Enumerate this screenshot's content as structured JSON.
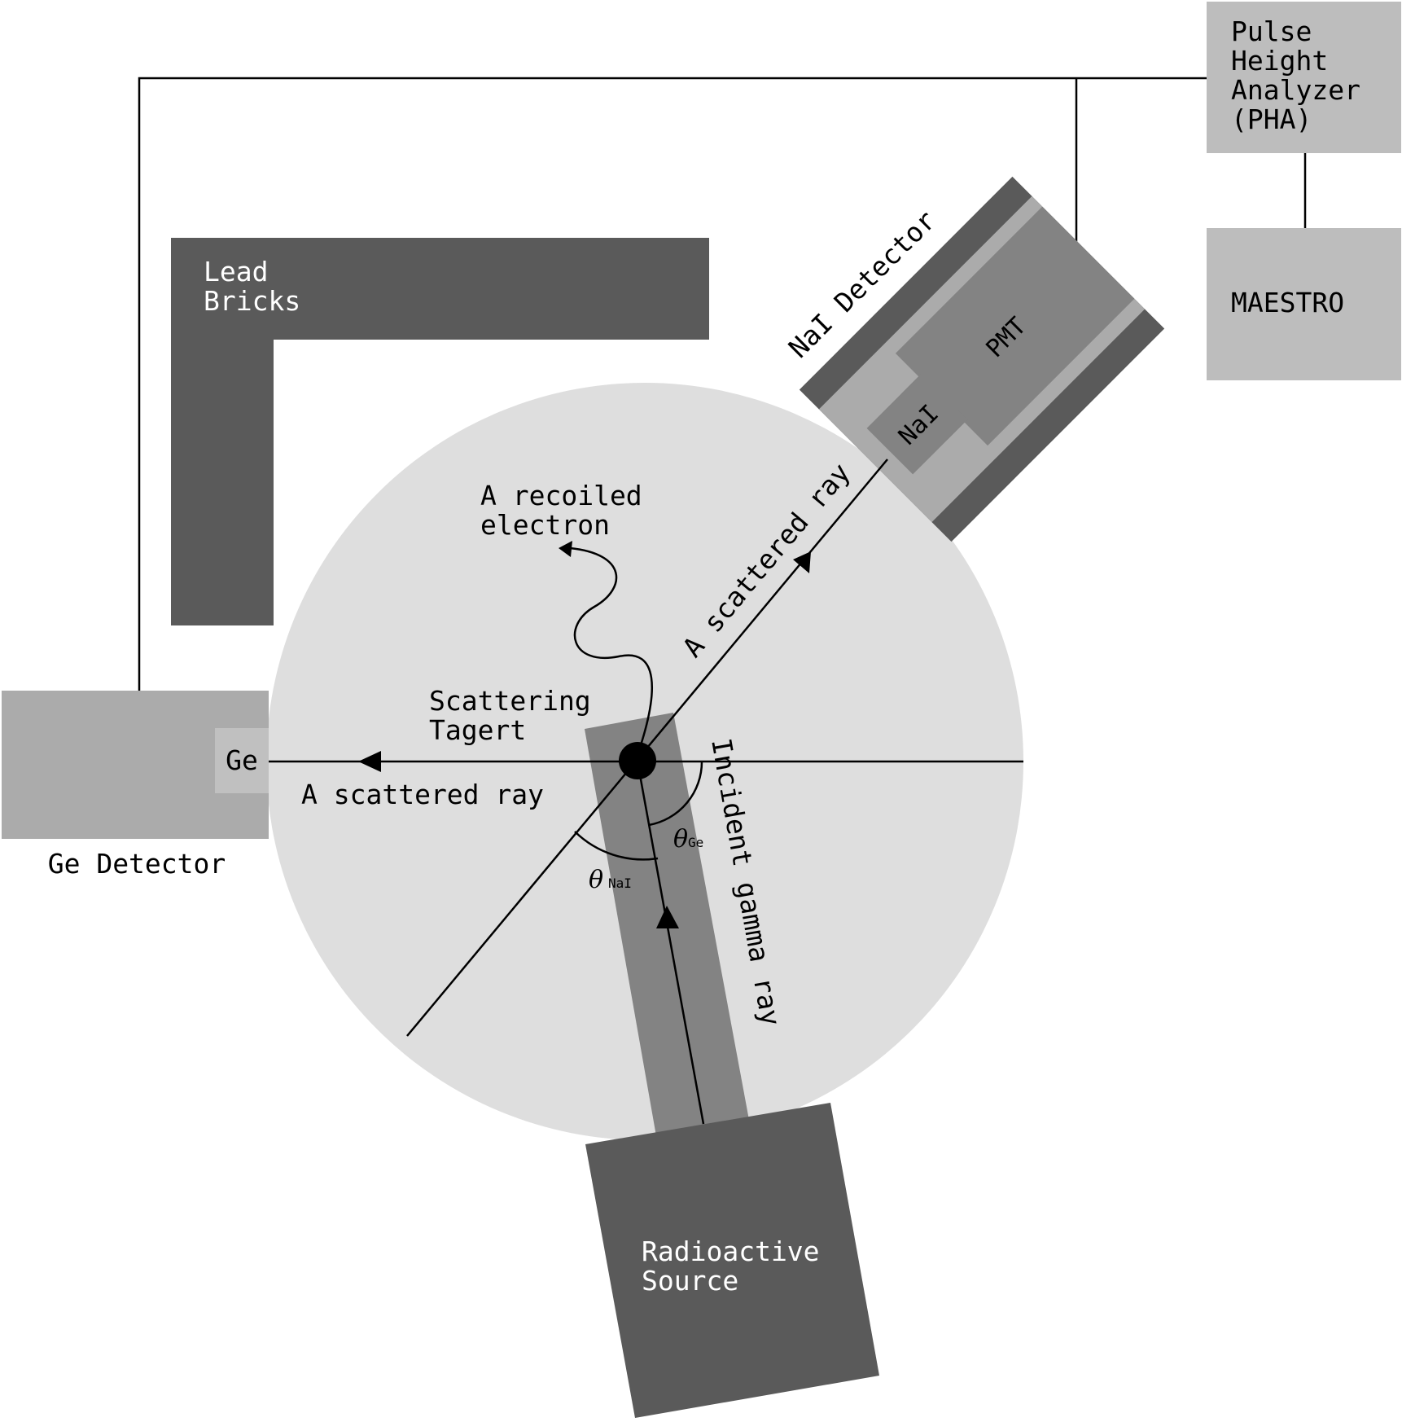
{
  "labels": {
    "pha_line1": "Pulse",
    "pha_line2": "Height",
    "pha_line3": "Analyzer",
    "pha_line4": "(PHA)",
    "maestro": "MAESTRO",
    "lead_line1": "Lead",
    "lead_line2": "Bricks",
    "nai_detector": "NaI Detector",
    "pmt": "PMT",
    "nai": "NaI",
    "recoil_line1": "A recoiled",
    "recoil_line2": "electron",
    "scattered_ray_diag": "A scattered ray",
    "target_line1": "Scattering",
    "target_line2": "Tagert",
    "ge": "Ge",
    "scattered_ray_horiz": "A scattered ray",
    "ge_detector": "Ge Detector",
    "incident_ray": "Incident gamma ray",
    "theta": "θ",
    "theta_ge_sub": "Ge",
    "theta_nai_sub": "NaI",
    "source_line1": "Radioactive",
    "source_line2": "Source"
  },
  "colors": {
    "table": "#dedede",
    "dark": "#5a5a5a",
    "medium": "#838383",
    "light": "#ababab",
    "pale": "#c0c0c0",
    "box": "#bdbdbd",
    "ink": "#000000",
    "white": "#ffffff"
  }
}
